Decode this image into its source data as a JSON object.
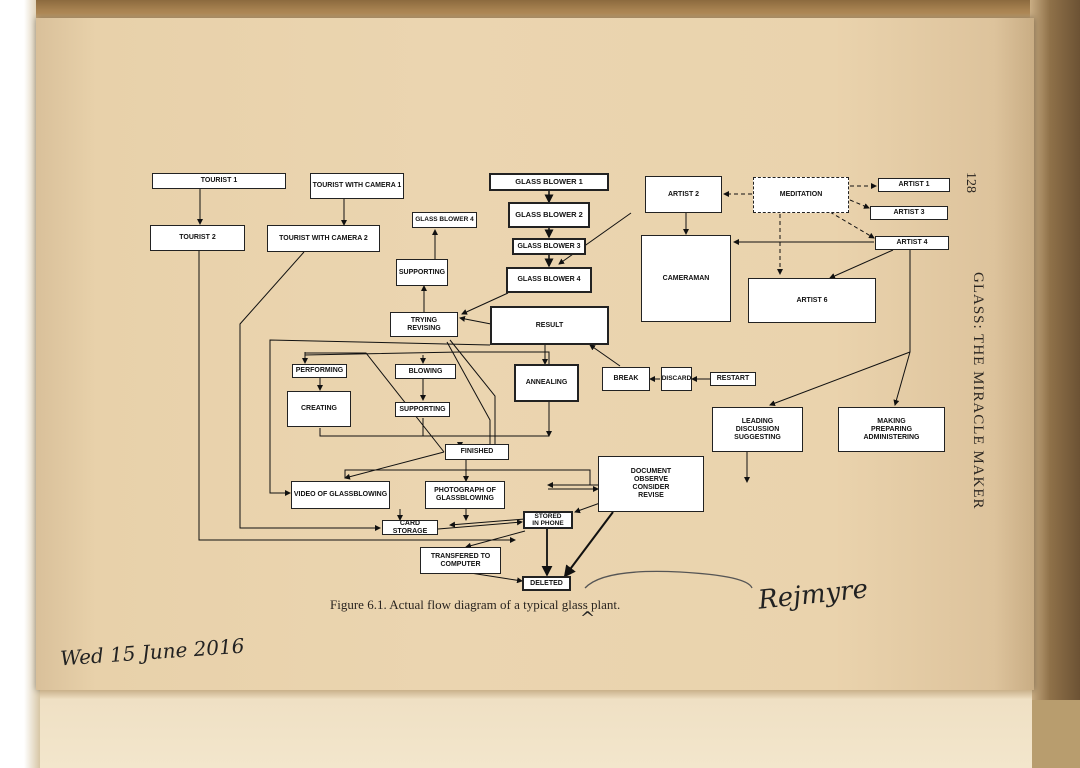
{
  "diagram": {
    "nodes": [
      {
        "id": "tourist1",
        "label": "TOURIST 1"
      },
      {
        "id": "tourist_camera1",
        "label": "TOURIST WITH CAMERA 1"
      },
      {
        "id": "glass_blower1",
        "label": "GLASS BLOWER 1"
      },
      {
        "id": "artist2",
        "label": "ARTIST 2"
      },
      {
        "id": "meditation",
        "label": "MEDITATION"
      },
      {
        "id": "artist1",
        "label": "ARTIST 1"
      },
      {
        "id": "artist3",
        "label": "ARTIST 3"
      },
      {
        "id": "artist4",
        "label": "ARTIST 4"
      },
      {
        "id": "tourist2",
        "label": "TOURIST 2"
      },
      {
        "id": "tourist_camera2",
        "label": "TOURIST WITH CAMERA 2"
      },
      {
        "id": "glass_blower4_small",
        "label": "GLASS BLOWER 4"
      },
      {
        "id": "glass_blower2",
        "label": "GLASS BLOWER 2"
      },
      {
        "id": "glass_blower3",
        "label": "GLASS BLOWER 3"
      },
      {
        "id": "glass_blower4",
        "label": "GLASS BLOWER 4"
      },
      {
        "id": "cameraman",
        "label": "CAMERAMAN"
      },
      {
        "id": "artist6",
        "label": "ARTIST 6"
      },
      {
        "id": "supporting_top",
        "label": "SUPPORTING"
      },
      {
        "id": "trying",
        "label": "TRYING\nREVISING"
      },
      {
        "id": "result",
        "label": "RESULT"
      },
      {
        "id": "performing",
        "label": "PERFORMING"
      },
      {
        "id": "blowing",
        "label": "BLOWING"
      },
      {
        "id": "annealing",
        "label": "ANNEALING"
      },
      {
        "id": "break",
        "label": "BREAK"
      },
      {
        "id": "discard",
        "label": "DISCARD"
      },
      {
        "id": "restart",
        "label": "RESTART"
      },
      {
        "id": "creating",
        "label": "CREATING"
      },
      {
        "id": "supporting_mid",
        "label": "SUPPORTING"
      },
      {
        "id": "leading",
        "label": "LEADING\nDISCUSSION\nSUGGESTING"
      },
      {
        "id": "making",
        "label": "MAKING\nPREPARING\nADMINISTERING"
      },
      {
        "id": "finished",
        "label": "FINISHED"
      },
      {
        "id": "document",
        "label": "DOCUMENT\nOBSERVE\nCONSIDER\nREVISE"
      },
      {
        "id": "video",
        "label": "VIDEO OF GLASSBLOWING"
      },
      {
        "id": "photograph",
        "label": "PHOTOGRAPH OF\nGLASSBLOWING"
      },
      {
        "id": "card_storage",
        "label": "CARD STORAGE"
      },
      {
        "id": "stored_phone",
        "label": "STORED\nIN PHONE"
      },
      {
        "id": "transfered",
        "label": "TRANSFERED TO\nCOMPUTER"
      },
      {
        "id": "deleted",
        "label": "DELETED"
      }
    ]
  },
  "caption": "Figure 6.1.  Actual flow diagram of a typical glass plant.",
  "running_head": "GLASS: THE MIRACLE MAKER",
  "page_number": "128",
  "handwriting": {
    "date": "Wed 15 June 2016",
    "signature": "Rejmyre",
    "caret": "^"
  }
}
